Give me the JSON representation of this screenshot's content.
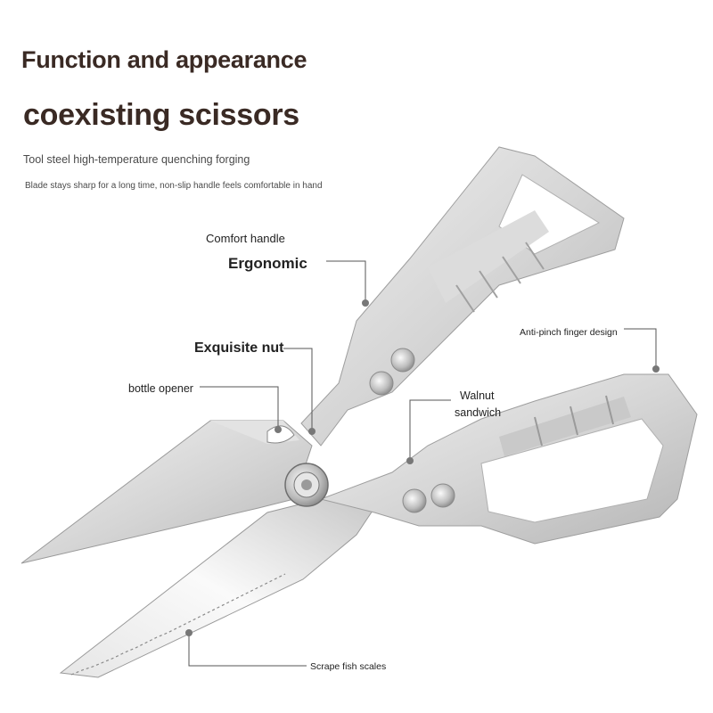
{
  "heading": {
    "line1": "Function and appearance",
    "line2": "coexisting scissors"
  },
  "subtitle": {
    "line1": "Tool steel high-temperature quenching forging",
    "line2": "Blade stays sharp for a long time, non-slip handle feels comfortable in hand"
  },
  "callouts": {
    "comfort_handle": "Comfort handle",
    "ergonomic": "Ergonomic",
    "exquisite_nut": "Exquisite nut",
    "bottle_opener": "bottle opener",
    "anti_pinch": "Anti-pinch finger design",
    "walnut_line1": "Walnut",
    "walnut_line2": "sandwich",
    "scrape_fish": "Scrape fish scales"
  },
  "colors": {
    "heading": "#3a2a24",
    "metal_light": "#ebebeb",
    "metal_dark": "#a9a9a9",
    "leader_line": "#555555"
  },
  "icons": {
    "product": "kitchen-scissors",
    "pivot": "pivot-nut",
    "rivet": "rivet"
  }
}
